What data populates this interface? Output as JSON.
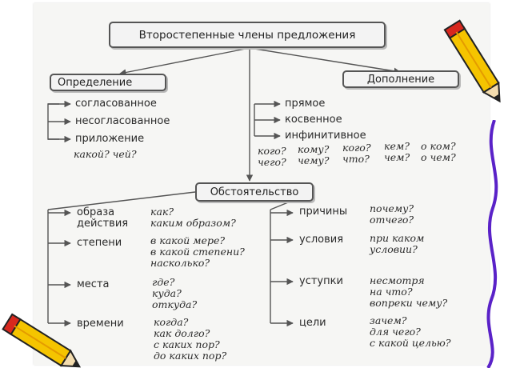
{
  "root": "Второстепенные члены предложения",
  "definition": {
    "title": "Определение",
    "items": [
      "согласованное",
      "несогласованное",
      "приложение"
    ],
    "questions": "какой? чей?"
  },
  "object": {
    "title": "Дополнение",
    "items": [
      "прямое",
      "косвенное",
      "инфинитивное"
    ],
    "questions": [
      [
        "кого?",
        "чего?"
      ],
      [
        "кому?",
        "чему?"
      ],
      [
        "кого?",
        "что?"
      ],
      [
        "кем?",
        "чем?"
      ],
      [
        "о ком?",
        "о чем?"
      ]
    ]
  },
  "adverbial": {
    "title": "Обстоятельство",
    "left": [
      {
        "label": [
          "образа",
          "действия"
        ],
        "questions": [
          "как?",
          "каким образом?"
        ]
      },
      {
        "label": [
          "степени"
        ],
        "questions": [
          "в какой мере?",
          "в какой степени?",
          "насколько?"
        ]
      },
      {
        "label": [
          "места"
        ],
        "questions": [
          "где?",
          "куда?",
          "откуда?"
        ]
      },
      {
        "label": [
          "времени"
        ],
        "questions": [
          "когда?",
          "как долго?",
          "с каких пор?",
          "до каких пор?"
        ]
      }
    ],
    "right": [
      {
        "label": [
          "причины"
        ],
        "questions": [
          "почему?",
          "отчего?"
        ]
      },
      {
        "label": [
          "условия"
        ],
        "questions": [
          "при каком",
          "условии?"
        ]
      },
      {
        "label": [
          "уступки"
        ],
        "questions": [
          "несмотря",
          "на что?",
          "вопреки чему?"
        ]
      },
      {
        "label": [
          "цели"
        ],
        "questions": [
          "зачем?",
          "для чего?",
          "с какой целью?"
        ]
      }
    ]
  },
  "colors": {
    "line": "#555555",
    "box_fill": "#f3f3f3",
    "pencil_yellow": "#f5c400",
    "pencil_red": "#d8281e",
    "squiggle": "#5a22c8"
  }
}
